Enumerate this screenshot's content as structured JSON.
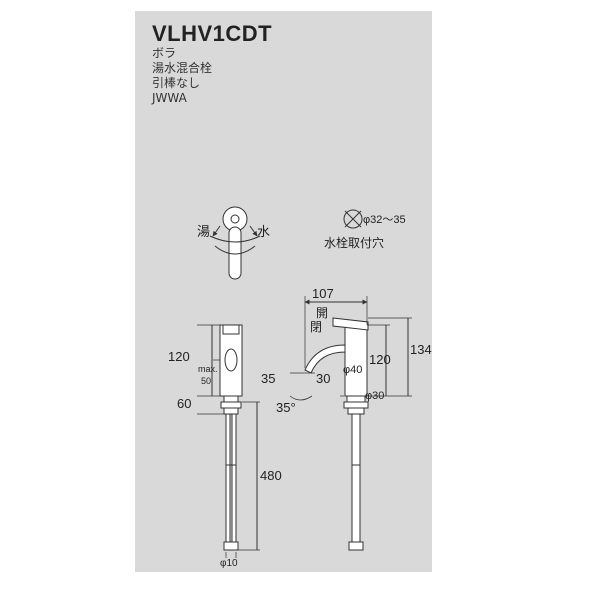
{
  "header": {
    "model": "VLHV1CDT",
    "lines": [
      "ボラ",
      "湯水混合栓",
      "引棒なし",
      "JWWA"
    ]
  },
  "top_view": {
    "hot_label": "湯",
    "cold_label": "水"
  },
  "hole_spec": {
    "diameter_label": "φ32～35",
    "caption": "水栓取付穴"
  },
  "front_view": {
    "dim_120": "120",
    "dim_max": "max.",
    "dim_max_val": "50",
    "dim_60": "60",
    "dim_480": "480",
    "dim_phi10": "φ10"
  },
  "side_view": {
    "dim_107": "107",
    "open_label_1": "開",
    "open_label_2": "閉",
    "dim_134": "134",
    "dim_120": "120",
    "dim_phi40": "φ40",
    "dim_35": "35",
    "dim_30": "30",
    "dim_angle": "35°",
    "dim_phi30": "φ30"
  },
  "colors": {
    "panel": "#d9d9d9",
    "line": "#333333",
    "body": "#ffffff"
  }
}
